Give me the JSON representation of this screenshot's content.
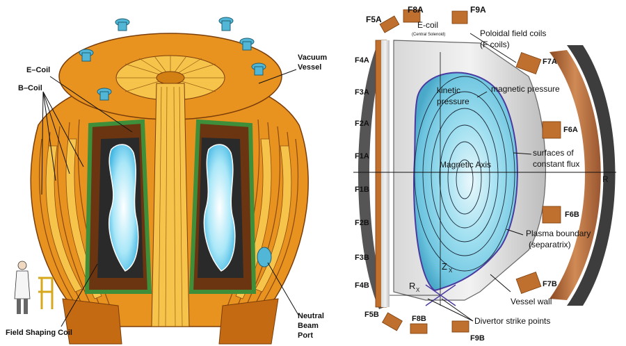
{
  "left_panel": {
    "labels": {
      "e_coil": "E–Coil",
      "b_coil": "B–Coil",
      "vacuum_vessel_1": "Vacuum",
      "vacuum_vessel_2": "Vessel",
      "field_shaping_coil": "Field Shaping Coil",
      "neutral_1": "Neutral",
      "neutral_2": "Beam",
      "neutral_3": "Port"
    },
    "colors": {
      "orange": "#e8931f",
      "dark_orange": "#b45f10",
      "yellow": "#f6c44a",
      "green": "#3e8e3a",
      "plasma": "#7fd8f5",
      "port_blue": "#52b7d6"
    }
  },
  "right_panel": {
    "coil_labels": {
      "f5a": "F5A",
      "f8a": "F8A",
      "f9a": "F9A",
      "f4a": "F4A",
      "f3a": "F3A",
      "f2a": "F2A",
      "f1a": "F1A",
      "f1b": "F1B",
      "f2b": "F2B",
      "f3b": "F3B",
      "f4b": "F4B",
      "f5b": "F5B",
      "f8b": "F8B",
      "f9b": "F9B",
      "f7a": "F7A",
      "f6a": "F6A",
      "f6b": "F6B",
      "f7b": "F7B"
    },
    "annotations": {
      "e_coil": "E-coil",
      "central_solenoid": "(Central Solenoid)",
      "poloidal_1": "Poloidal field coils",
      "poloidal_2": "(F   coils)",
      "kinetic_1": "kinetic",
      "kinetic_2": "pressure",
      "magnetic_pressure": "magnetic pressure",
      "surfaces_1": "surfaces of",
      "surfaces_2": "constant flux",
      "magnetic_axis": "Magnetic Axis",
      "r_axis": "R",
      "plasma_boundary_1": "Plasma boundary",
      "plasma_boundary_2": "(separatrix)",
      "z_x": "Z",
      "z_x_sub": "X",
      "r_x": "R",
      "r_x_sub": "X",
      "vessel_wall": "Vessel wall",
      "divertor": "Divertor strike points"
    },
    "colors": {
      "coil": "#c0702e",
      "vessel_grey": "#9a9a9a",
      "plasma": "#8fd6ea",
      "outer_coil": "#b86a38"
    }
  }
}
